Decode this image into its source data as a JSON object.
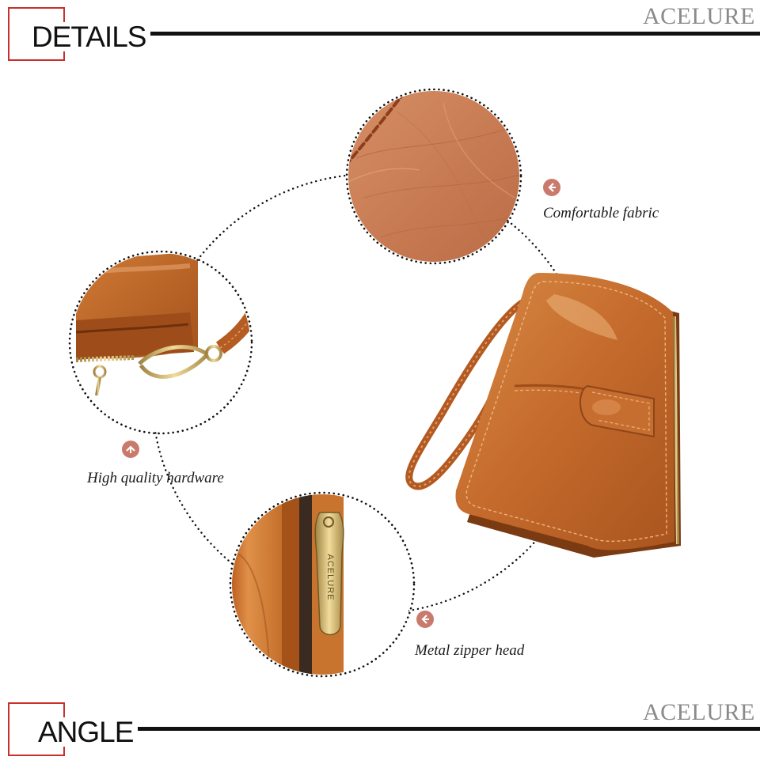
{
  "header_top": {
    "title": "DETAILS",
    "brand": "ACELURE"
  },
  "header_bottom": {
    "title": "ANGLE",
    "brand": "ACELURE"
  },
  "features": [
    {
      "label": "Comfortable fabric",
      "icon": "arrow-left-icon"
    },
    {
      "label": "High quality hardware",
      "icon": "arrow-up-icon"
    },
    {
      "label": "Metal zipper head",
      "icon": "arrow-left-icon"
    }
  ],
  "zipper_engraving": "ACELURE",
  "colors": {
    "accent_red": "#c9302c",
    "badge": "#c97a6c",
    "leather": "#c46a2c",
    "leather_dark": "#8e4519",
    "brand_gray": "#8a8a8a",
    "gold": "#d8b66a"
  }
}
